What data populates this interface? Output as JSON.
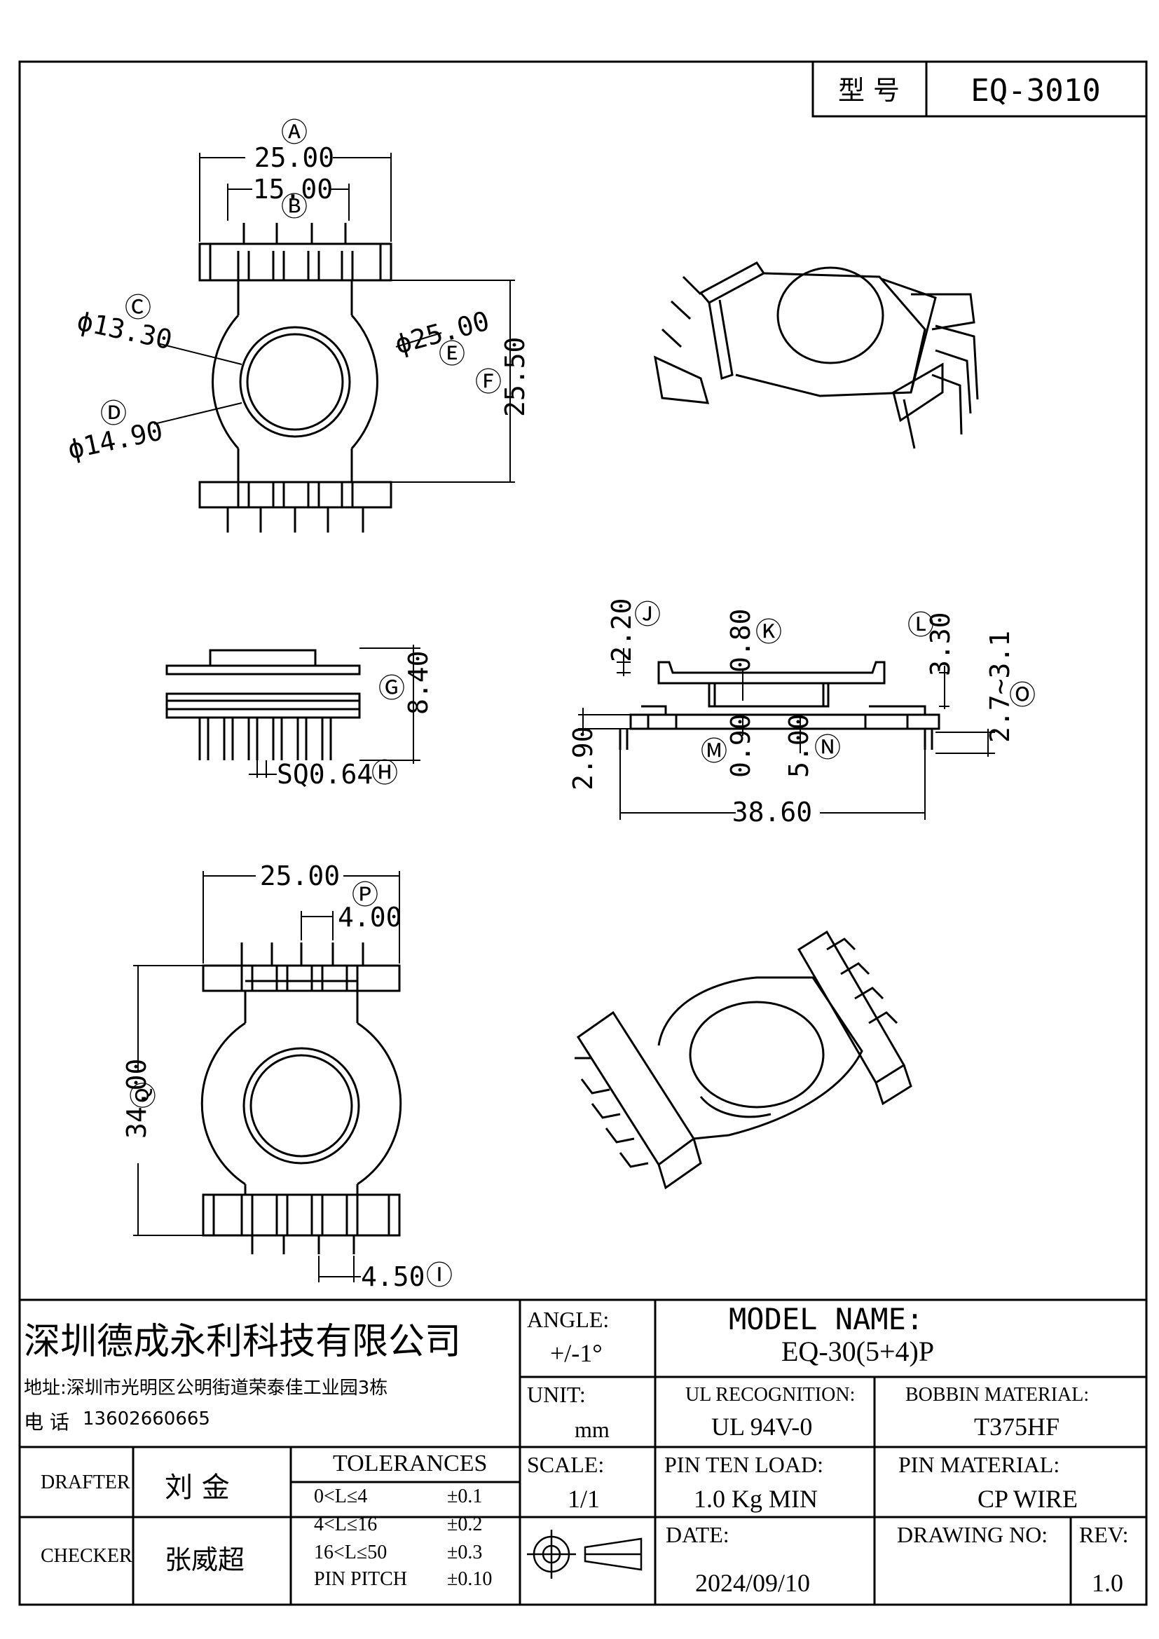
{
  "header": {
    "model_label": "型 号",
    "model_value": "EQ-3010"
  },
  "dimensions": {
    "A": "25.00",
    "B": "15.00",
    "C": "ϕ13.30",
    "D": "ϕ14.90",
    "E": "ϕ25.00",
    "F": "25.50",
    "G": "8.40",
    "H": "SQ0.64",
    "I": "4.50",
    "J": "2.20",
    "K": "0.80",
    "L": "3.30",
    "M": "0.90",
    "N": "5.00",
    "O": "2.7~3.1",
    "P": "4.00",
    "Q": "34.00",
    "R": "2.90",
    "S": "38.60",
    "T": "25.00"
  },
  "markers": {
    "A": "Ⓐ",
    "B": "Ⓑ",
    "C": "Ⓒ",
    "D": "Ⓓ",
    "E": "Ⓔ",
    "F": "Ⓕ",
    "G": "Ⓖ",
    "H": "Ⓗ",
    "I": "Ⓘ",
    "J": "Ⓙ",
    "K": "Ⓚ",
    "L": "Ⓛ",
    "M": "Ⓜ",
    "N": "Ⓝ",
    "O": "Ⓞ",
    "P": "Ⓟ",
    "Q": "Ⓠ"
  },
  "title_block": {
    "company": "深圳德成永利科技有限公司",
    "address": "地址:深圳市光明区公明街道荣泰佳工业园3栋",
    "phone_label": "电 话",
    "phone": "13602660665",
    "angle_label": "ANGLE:",
    "angle_value": "+/-1°",
    "model_name_label": "MODEL NAME:",
    "model_name_value": "EQ-30(5+4)P",
    "unit_label": "UNIT:",
    "unit_value": "mm",
    "ul_label": "UL RECOGNITION:",
    "ul_value": "UL 94V-0",
    "bobbin_label": "BOBBIN MATERIAL:",
    "bobbin_value": "T375HF",
    "scale_label": "SCALE:",
    "scale_value": "1/1",
    "pin_load_label": "PIN TEN LOAD:",
    "pin_load_value": "1.0 Kg MIN",
    "pin_material_label": "PIN MATERIAL:",
    "pin_material_value": "CP WIRE",
    "drafter_label": "DRAFTER",
    "drafter_value": "刘 金",
    "checker_label": "CHECKER",
    "checker_value": "张威超",
    "tolerances_label": "TOLERANCES",
    "tolerances": [
      {
        "range": "0<L≤4",
        "tol": "±0.1"
      },
      {
        "range": "4<L≤16",
        "tol": "±0.2"
      },
      {
        "range": "16<L≤50",
        "tol": "±0.3"
      },
      {
        "range": "PIN PITCH",
        "tol": "±0.10"
      }
    ],
    "date_label": "DATE:",
    "date_value": "2024/09/10",
    "drawing_no_label": "DRAWING NO:",
    "rev_label": "REV:",
    "rev_value": "1.0"
  }
}
